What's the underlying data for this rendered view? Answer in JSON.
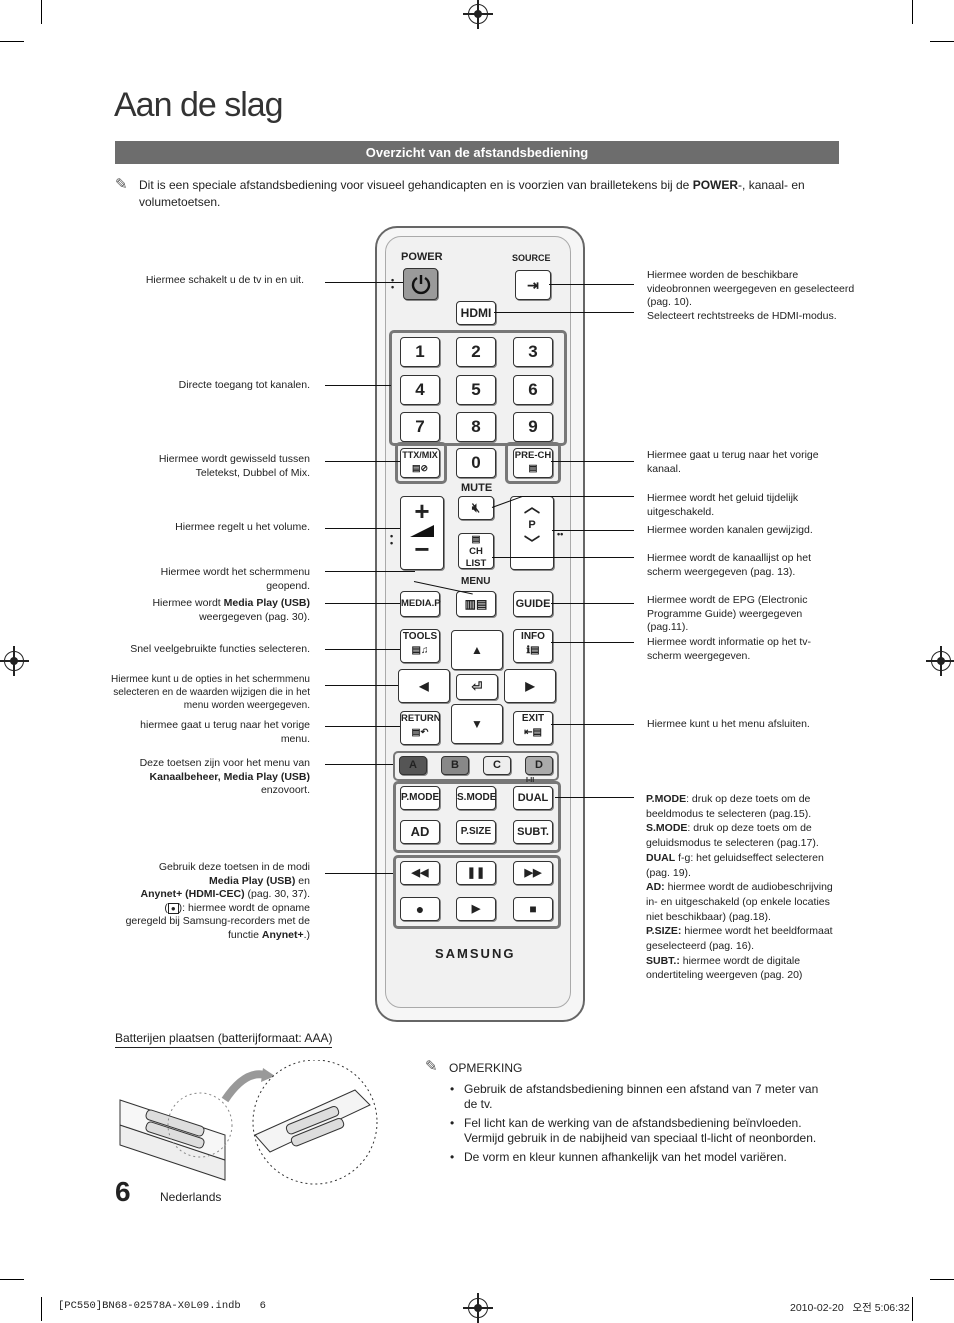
{
  "page": {
    "title": "Aan de slag",
    "section_header": "Overzicht van de afstandsbediening",
    "intro_note_pre": "Dit is een speciale afstandsbediening voor visueel gehandicapten en is voorzien van brailletekens bij de ",
    "intro_note_bold": "POWER",
    "intro_note_post": "-, kanaal- en volumetoetsen.",
    "page_number": "6",
    "language": "Nederlands"
  },
  "footer": {
    "file": "[PC550]BN68-02578A-X0L09.indb   6",
    "datetime": "2010-02-20   오전 5:06:32"
  },
  "remote": {
    "power": "POWER",
    "source": "SOURCE",
    "hdmi": "HDMI",
    "digits": [
      "1",
      "2",
      "3",
      "4",
      "5",
      "6",
      "7",
      "8",
      "9",
      "0"
    ],
    "ttx": "TTX/MIX",
    "prech": "PRE-CH",
    "mute": "MUTE",
    "p": "P",
    "chlist": "CH LIST",
    "menu": "MENU",
    "mediap": "MEDIA.P",
    "guide": "GUIDE",
    "tools": "TOOLS",
    "info": "INFO",
    "return": "RETURN",
    "exit": "EXIT",
    "color_a": "A",
    "color_b": "B",
    "color_c": "C",
    "color_d": "D",
    "pmode": "P.MODE",
    "smode": "S.MODE",
    "dual": "DUAL",
    "ad": "AD",
    "psize": "P.SIZE",
    "subt": "SUBT.",
    "dual_sub": "I-II",
    "brand": "SAMSUNG"
  },
  "left_labels": {
    "power": "Hiermee schakelt u de tv in en uit.",
    "channels": "Directe toegang tot kanalen.",
    "ttx_1": "Hiermee wordt gewisseld tussen",
    "ttx_2": "Teletekst, Dubbel of Mix.",
    "volume": "Hiermee regelt u het volume.",
    "menu_1": "Hiermee wordt het schermmenu",
    "menu_2": "geopend.",
    "mediap_pre": "Hiermee wordt ",
    "mediap_bold": "Media Play (USB)",
    "mediap_2": "weergegeven (pag. 30).",
    "tools": "Snel veelgebruikte functies selecteren.",
    "nav_1": "Hiermee kunt u de opties in het schermmenu",
    "nav_2": "selecteren en de waarden wijzigen die in het",
    "nav_3": "menu worden weergegeven.",
    "return_1": "hiermee gaat u terug naar het vorige",
    "return_2": "menu.",
    "color_1": "Deze toetsen zijn voor het menu van",
    "color_2": "Kanaalbeheer, Media Play (USB)",
    "color_3": "enzovoort.",
    "play_1": "Gebruik deze toetsen in de modi",
    "play_2_bold": "Media Play (USB)",
    "play_2_post": " en",
    "play_3_bold": "Anynet+ (HDMI-CEC)",
    "play_3_post": "  (pag. 30, 37).",
    "play_4_pre": "(",
    "play_4_post": "): hiermee wordt de opname",
    "play_5": "geregeld bij Samsung-recorders met de",
    "play_6_pre": "functie ",
    "play_6_bold": "Anynet+",
    "play_6_post": ".)"
  },
  "right_labels": {
    "source_1": "Hiermee worden de beschikbare",
    "source_2": "videobronnen weergegeven en geselecteerd",
    "source_3": "(pag. 10).",
    "hdmi": "Selecteert rechtstreeks de HDMI-modus.",
    "prech_1": "Hiermee gaat u terug naar het vorige",
    "prech_2": "kanaal.",
    "mute_1": "Hiermee wordt het geluid tijdelijk",
    "mute_2": "uitgeschakeld.",
    "channel": "Hiermee worden kanalen gewijzigd.",
    "chlist_1": "Hiermee wordt de kanaallijst op het",
    "chlist_2": "scherm weergegeven (pag. 13).",
    "guide_1": "Hiermee wordt de EPG (Electronic",
    "guide_2": "Programme Guide) weergegeven",
    "guide_3": "(pag.11).",
    "info_1": "Hiermee wordt informatie op het tv-",
    "info_2": "scherm weergegeven.",
    "exit": "Hiermee kunt u het menu afsluiten.",
    "pmode_b": "P.MODE",
    "pmode_1": ": druk op deze toets om de",
    "pmode_2": "beeldmodus te selecteren (pag.15).",
    "smode_b": "S.MODE",
    "smode_1": ": druk op deze toets om de",
    "smode_2": "geluidsmodus te selecteren (pag.17).",
    "dual_b": "DUAL",
    "dual_1": " f-g: het geluidseffect selecteren",
    "dual_2": "(pag. 19).",
    "ad_b": "AD:",
    "ad_1": " hiermee wordt de audiobeschrijving",
    "ad_2": "in- en uitgeschakeld (op enkele locaties",
    "ad_3": "niet beschikbaar) (pag.18).",
    "psize_b": "P.SIZE:",
    "psize_1": " hiermee wordt het beeldformaat",
    "psize_2": "geselecteerd (pag. 16).",
    "subt_b": "SUBT.:",
    "subt_1": " hiermee wordt de digitale",
    "subt_2": "ondertiteling weergeven (pag. 20)"
  },
  "battery": {
    "title": "Batterijen plaatsen (batterijformaat: AAA)",
    "note_header": "OPMERKING",
    "bullets": [
      "Gebruik de afstandsbediening binnen een afstand van 7 meter van de tv.",
      "Fel licht kan de werking van de afstandsbediening beïnvloeden. Vermijd gebruik in de nabijheid van speciaal tl-licht of neonborden.",
      "De vorm en kleur kunnen afhankelijk van het model variëren."
    ]
  }
}
